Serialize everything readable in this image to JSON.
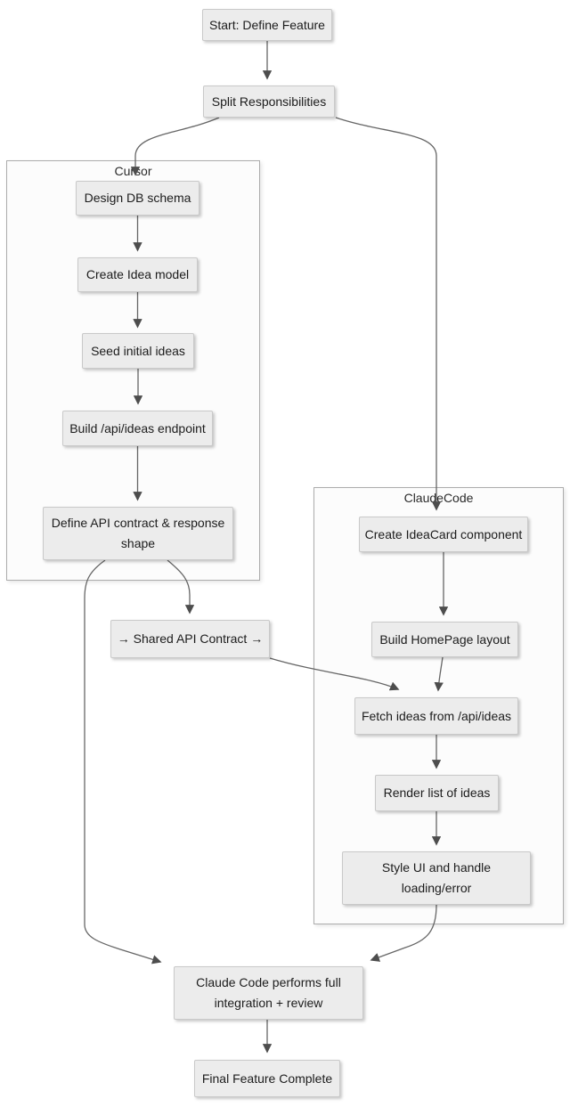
{
  "diagram": {
    "type": "flowchart",
    "subgraphs": {
      "cursor": {
        "label": "Cursor"
      },
      "claude_code": {
        "label": "ClaudeCode"
      }
    },
    "nodes": {
      "start": {
        "label": "Start: Define Feature"
      },
      "split": {
        "label": "Split Responsibilities"
      },
      "design_db": {
        "label": "Design DB schema"
      },
      "create_idea": {
        "label": "Create Idea model"
      },
      "seed_ideas": {
        "label": "Seed initial ideas"
      },
      "build_endpoint": {
        "label": "Build /api/ideas endpoint"
      },
      "define_contract": {
        "label": "Define API contract & response\nshape"
      },
      "shared_contract": {
        "label": "→ Shared API Contract →"
      },
      "create_ideacard": {
        "label": "Create IdeaCard component"
      },
      "build_homepage": {
        "label": "Build HomePage layout"
      },
      "fetch_ideas": {
        "label": "Fetch ideas from /api/ideas"
      },
      "render_list": {
        "label": "Render list of ideas"
      },
      "style_ui": {
        "label": "Style UI and handle\nloading/error"
      },
      "integration": {
        "label": "Claude Code performs full\nintegration + review"
      },
      "final": {
        "label": "Final Feature Complete"
      }
    },
    "colors": {
      "node_fill": "#ececec",
      "node_border": "#c9c9c9",
      "subgraph_fill": "#fcfcfc",
      "subgraph_border": "#acacac",
      "edge_stroke": "#666666",
      "arrowhead": "#4d4d4d",
      "text": "#1c1c1c",
      "background": "#ffffff"
    }
  }
}
